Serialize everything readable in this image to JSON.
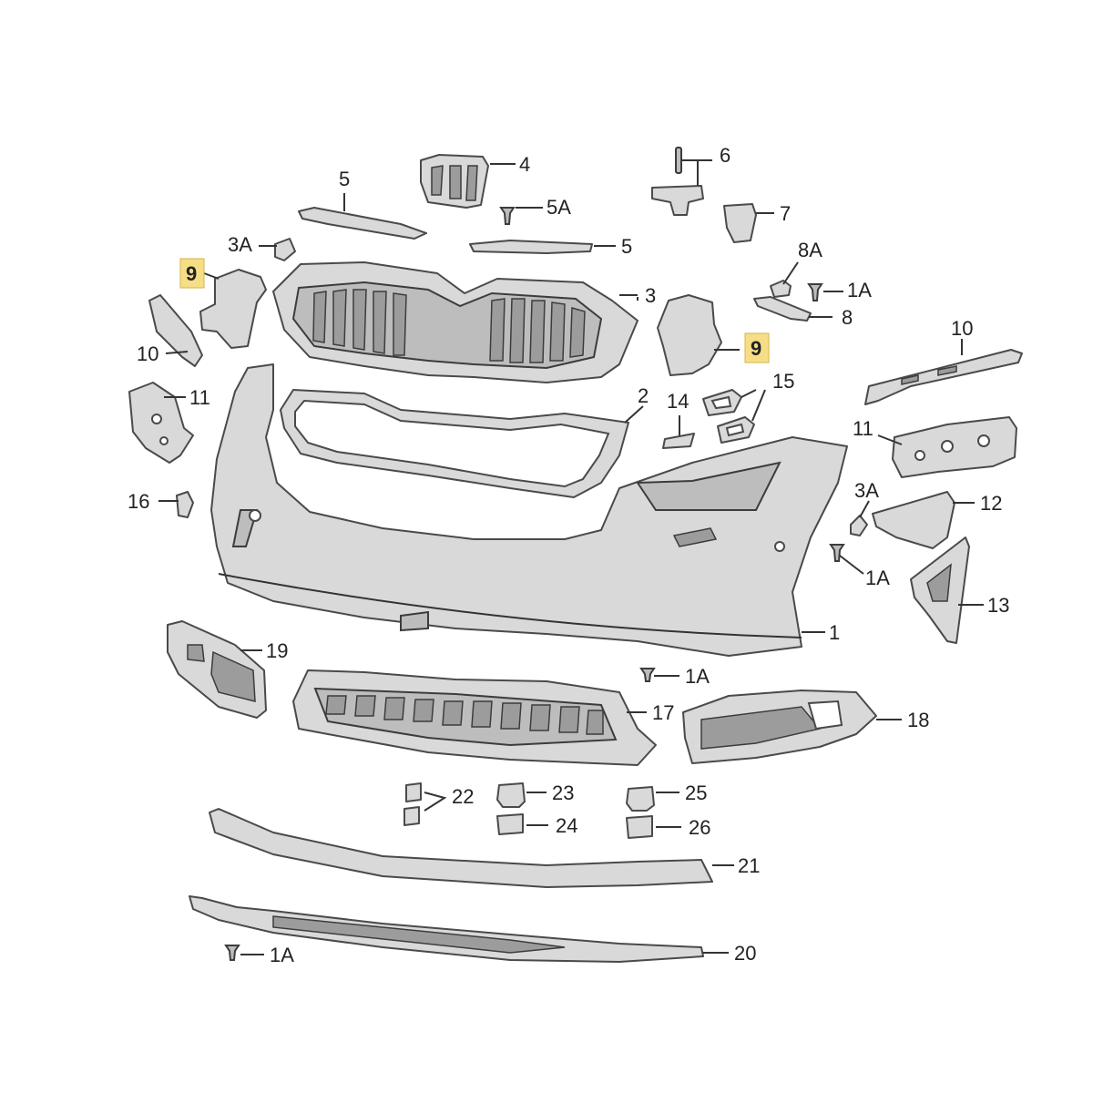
{
  "labels": {
    "p1": "1",
    "p1a_a": "1A",
    "p1a_b": "1A",
    "p1a_c": "1A",
    "p1a_d": "1A",
    "p2": "2",
    "p3": "3",
    "p3a_a": "3A",
    "p3a_b": "3A",
    "p4": "4",
    "p5_a": "5",
    "p5_b": "5",
    "p5a": "5A",
    "p6": "6",
    "p7": "7",
    "p8": "8",
    "p8a": "8A",
    "p9_a": "9",
    "p9_b": "9",
    "p10_a": "10",
    "p10_b": "10",
    "p11_a": "11",
    "p11_b": "11",
    "p12": "12",
    "p13": "13",
    "p14": "14",
    "p15": "15",
    "p16": "16",
    "p17": "17",
    "p18": "18",
    "p19": "19",
    "p20": "20",
    "p21": "21",
    "p22": "22",
    "p23": "23",
    "p24": "24",
    "p25": "25",
    "p26": "26"
  },
  "highlight_color": "#f6de86"
}
